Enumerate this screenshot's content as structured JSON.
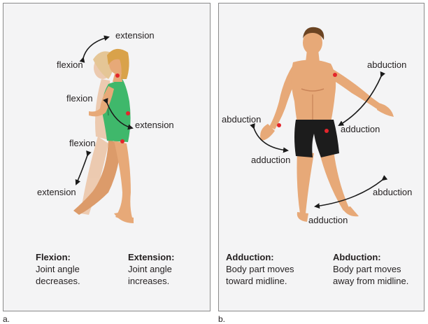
{
  "panels": {
    "a": {
      "letter": "a.",
      "labels": {
        "extension_top": "extension",
        "flexion_top": "flexion",
        "flexion_mid": "flexion",
        "extension_mid": "extension",
        "flexion_low": "flexion",
        "extension_low": "extension"
      },
      "captions": [
        {
          "heading": "Flexion:",
          "text": "Joint angle\ndecreases."
        },
        {
          "heading": "Extension:",
          "text": "Joint angle\nincreases."
        }
      ]
    },
    "b": {
      "letter": "b.",
      "labels": {
        "abduction_arm_left": "abduction",
        "adduction_arm_left": "adduction",
        "abduction_arm_right": "abduction",
        "adduction_arm_right": "adduction",
        "abduction_leg": "abduction",
        "adduction_leg": "adduction"
      },
      "captions": [
        {
          "heading": "Adduction:",
          "text": "Body part moves\ntoward midline."
        },
        {
          "heading": "Abduction:",
          "text": "Body part moves\naway from midline."
        }
      ]
    }
  },
  "colors": {
    "skin": "#e7a978",
    "skin_shade": "#c98458",
    "hair_woman": "#d9a24a",
    "hair_man": "#6b4423",
    "swimsuit": "#3fb86b",
    "shorts": "#1c1c1c",
    "joint_marker": "#e3262c",
    "arrow": "#1a1a1a"
  }
}
